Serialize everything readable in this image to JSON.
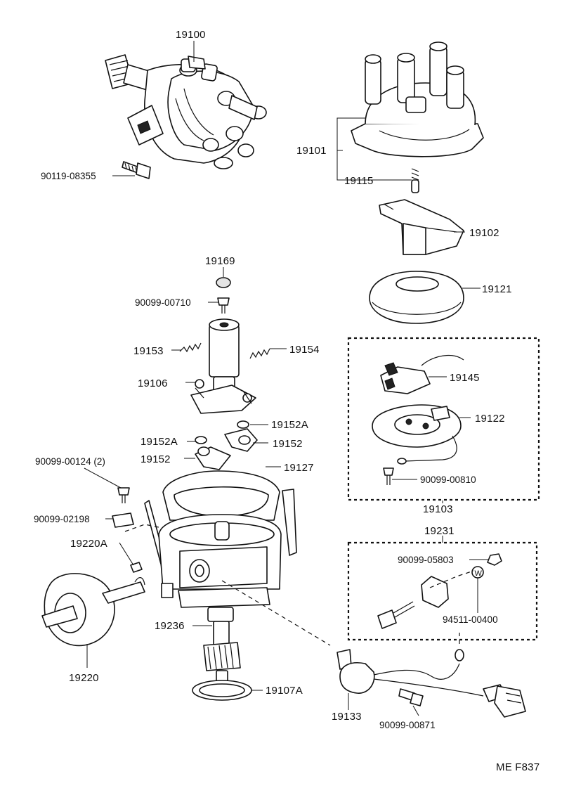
{
  "labels": {
    "p19100": "19100",
    "p90119_08355": "90119-08355",
    "p19101": "19101",
    "p19115": "19115",
    "p19102": "19102",
    "p19121": "19121",
    "p19169": "19169",
    "p90099_00710": "90099-00710",
    "p19153": "19153",
    "p19154": "19154",
    "p19106": "19106",
    "p19145": "19145",
    "p19122": "19122",
    "p19152A_right": "19152A",
    "p19152A_left": "19152A",
    "p19152_right": "19152",
    "p19152_left": "19152",
    "p90099_00124": "90099-00124 (2)",
    "p19127": "19127",
    "p90099_00810": "90099-00810",
    "p90099_02198": "90099-02198",
    "p19103": "19103",
    "p19231": "19231",
    "p19220A": "19220A",
    "p90099_05803": "90099-05803",
    "p94511_00400": "94511-00400",
    "p19236": "19236",
    "p19220": "19220",
    "p19107A": "19107A",
    "p19133": "19133",
    "p90099_00871": "90099-00871",
    "washer_mark": "W"
  },
  "footer": {
    "code": "ME F837"
  }
}
